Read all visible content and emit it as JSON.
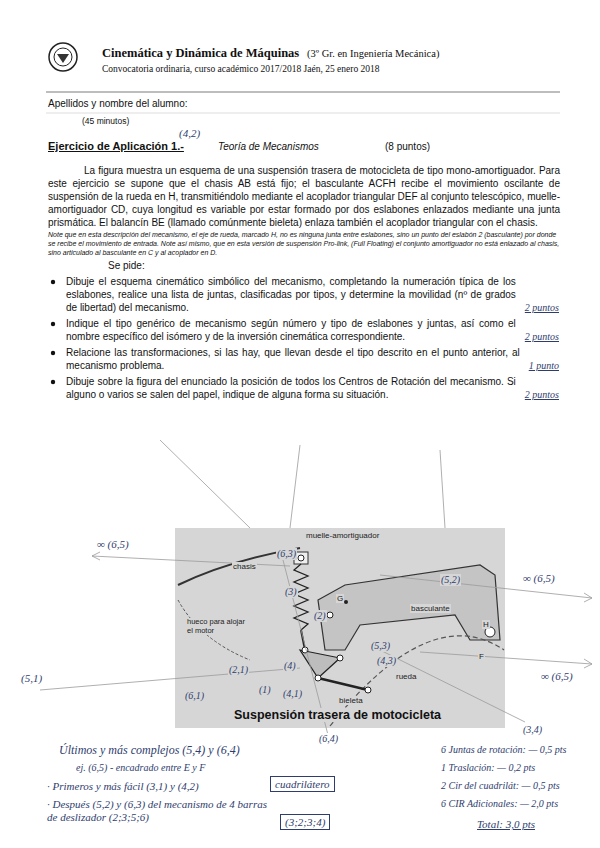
{
  "diagram": {
    "title": "Cinemática y Dinámica de Máquinas",
    "caption": "Suspensión trasera de motocicleta",
    "nodes": [
      {
        "text": [
          "cuadrilátero"
        ]
      },
      {
        "text": [
          "(3;2;3;4)"
        ]
      }
    ],
    "labels": [
      "(3º Gr. en Ingeniería Mecánica)",
      "Convocatoria ordinaria, curso académico 2017/2018 Jaén, 25 enero 2018",
      "Apellidos y nombre del alumno:",
      "(45 minutos)",
      "Ejercicio de Aplicación 1.-",
      "(4,2)",
      "Teoría de Mecanismos",
      "(8 puntos)",
      "La figura muestra un esquema de una suspensión trasera de motocicleta de tipo mono-amortiguador. Para este ejercicio se supone que el chasis AB está fijo; el basculante ACFH recibe el movimiento oscilante de suspensión de la rueda en H, transmitiéndolo mediante el acoplador triangular DEF al conjunto telescópico, muelle-amortiguador CD, cuya longitud es variable por estar formado por dos eslabones enlazados mediante una junta prismática. El balancín BE (llamado comúnmente bieleta) enlaza también el acoplador triangular con el chasis.",
      "Note que en esta descripción del mecanismo, el eje de rueda, marcado H, no es ninguna junta entre eslabones, sino un punto del eslabón 2 (basculante) por donde se recibe el movimiento de entrada. Note así mismo, que en esta versión de suspensión Pro-link, (Full Floating) el conjunto amortiguador no está enlazado al chasis, sino articulado al basculante en C y al acoplador en D.",
      "Se pide:",
      "Dibuje el esquema cinemático simbólico del mecanismo, completando la numeración típica de los eslabones, realice una lista de juntas, clasificadas por tipos, y determine la movilidad (nº de grados de libertad) del mecanismo.",
      "2 puntos",
      "Indique el tipo genérico de mecanismo según número y tipo de eslabones y juntas, así como el nombre específico del isómero y de la inversión cinemática correspondiente.",
      "2 puntos",
      "Relacione las transformaciones, si las hay, que llevan desde el tipo descrito en el punto anterior, al mecanismo problema.",
      "1 punto",
      "Dibuje sobre la figura del enunciado la posición de todos los Centros de Rotación del mecanismo. Si alguno o varios se salen del papel, indique de alguna forma su situación.",
      "2 puntos",
      "muelle-amortiguador",
      "chasis",
      "basculante",
      "hueco para alojar el motor",
      "G",
      "H",
      "F",
      "rueda",
      "bieleta",
      "∞ (6,5)",
      "(6,3)",
      "(3)",
      "(2)",
      "(5,2)",
      "∞ (6,5)",
      "(2,1)",
      "(1)",
      "(5,1)",
      "(6,1)",
      "(4)",
      "(5,3)",
      "(4,3)",
      "(4,1)",
      "(6,4)",
      "∞ (6,5)",
      "(3,4)",
      "Últimos y más complejos (5,4) y (6,4)",
      "ej. (6,5) - encadrado entre E y F",
      "· Primeros y más fácil (3,1) y (4,2)",
      "· Después (5,2) y (6,3) del mecanismo de 4 barras de deslizador (2;3;5;6)",
      "6 Juntas de rotación: — 0,5 pts",
      "1 Traslación: — 0,2 pts",
      "2 Cir del cuadrilát: — 0,5 pts",
      "6 CIR Adicionales: — 2,0 pts",
      "Total: 3,0 pts"
    ]
  }
}
